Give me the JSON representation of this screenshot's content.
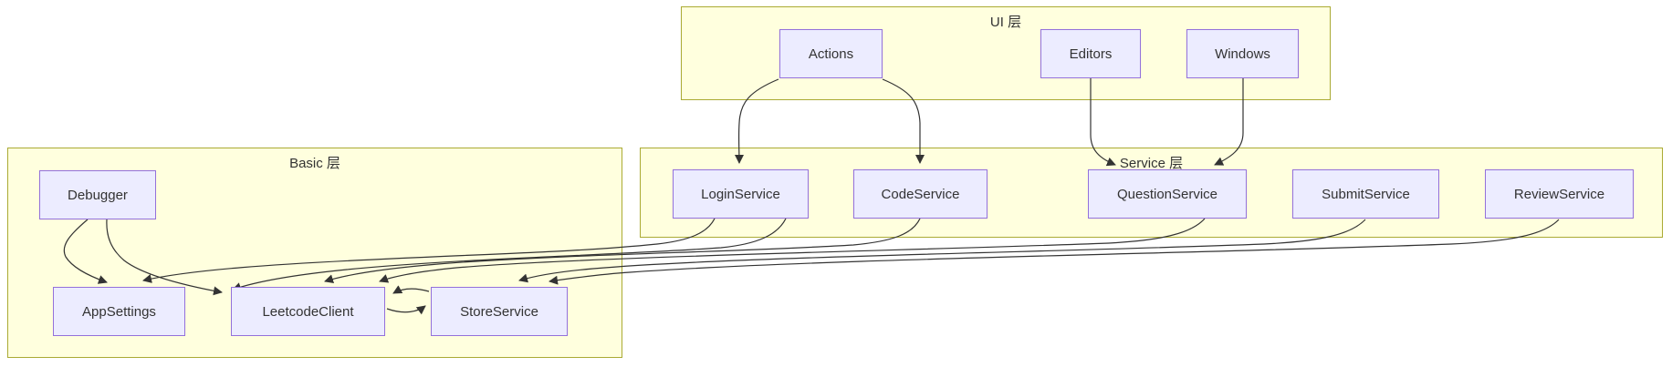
{
  "diagram": {
    "type": "flowchart",
    "direction": "top-down",
    "clusters": [
      {
        "id": "ui",
        "label": "UI 层"
      },
      {
        "id": "service",
        "label": "Service 层"
      },
      {
        "id": "basic",
        "label": "Basic 层"
      }
    ],
    "nodes": {
      "actions": {
        "label": "Actions",
        "cluster": "UI 层"
      },
      "editors": {
        "label": "Editors",
        "cluster": "UI 层"
      },
      "windows": {
        "label": "Windows",
        "cluster": "UI 层"
      },
      "loginservice": {
        "label": "LoginService",
        "cluster": "Service 层"
      },
      "codeservice": {
        "label": "CodeService",
        "cluster": "Service 层"
      },
      "questionservice": {
        "label": "QuestionService",
        "cluster": "Service 层"
      },
      "submitservice": {
        "label": "SubmitService",
        "cluster": "Service 层"
      },
      "reviewservice": {
        "label": "ReviewService",
        "cluster": "Service 层"
      },
      "debugger": {
        "label": "Debugger",
        "cluster": "Basic 层"
      },
      "appsettings": {
        "label": "AppSettings",
        "cluster": "Basic 层"
      },
      "leetcodeclient": {
        "label": "LeetcodeClient",
        "cluster": "Basic 层"
      },
      "storeservice": {
        "label": "StoreService",
        "cluster": "Basic 层"
      }
    },
    "edges": [
      {
        "from": "Actions",
        "to": "LoginService"
      },
      {
        "from": "Actions",
        "to": "CodeService"
      },
      {
        "from": "Editors",
        "to": "QuestionService"
      },
      {
        "from": "Windows",
        "to": "QuestionService"
      },
      {
        "from": "Debugger",
        "to": "AppSettings"
      },
      {
        "from": "Debugger",
        "to": "LeetcodeClient"
      },
      {
        "from": "LoginService",
        "to": "AppSettings"
      },
      {
        "from": "LoginService",
        "to": "LeetcodeClient"
      },
      {
        "from": "CodeService",
        "to": "LeetcodeClient"
      },
      {
        "from": "QuestionService",
        "to": "LeetcodeClient"
      },
      {
        "from": "SubmitService",
        "to": "StoreService"
      },
      {
        "from": "ReviewService",
        "to": "StoreService"
      },
      {
        "from": "LeetcodeClient",
        "to": "StoreService"
      },
      {
        "from": "StoreService",
        "to": "LeetcodeClient"
      }
    ],
    "colors": {
      "node_fill": "#ECECFF",
      "node_border": "#9370DB",
      "cluster_fill": "#ffffde",
      "cluster_border": "#aaaa33",
      "edge": "#333333",
      "text": "#333333",
      "background": "#ffffff"
    }
  }
}
